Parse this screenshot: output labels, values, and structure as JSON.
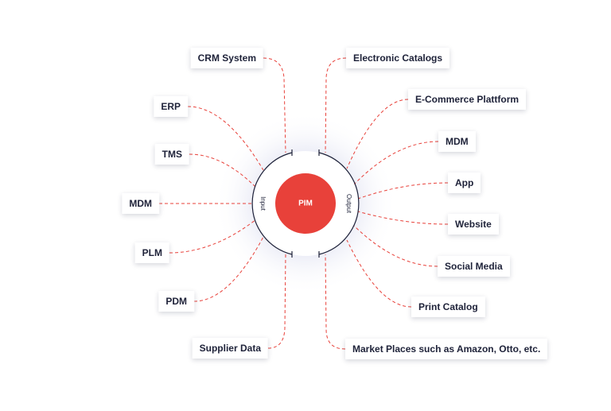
{
  "center": {
    "label": "PIM",
    "input_label": "Input",
    "output_label": "Output",
    "core_color": "#e8413a",
    "line_color": "#e8413a",
    "text_color": "#1e2239"
  },
  "inputs": [
    {
      "id": "crm-system",
      "label": "CRM System"
    },
    {
      "id": "erp",
      "label": "ERP"
    },
    {
      "id": "tms",
      "label": "TMS"
    },
    {
      "id": "mdm",
      "label": "MDM"
    },
    {
      "id": "plm",
      "label": "PLM"
    },
    {
      "id": "pdm",
      "label": "PDM"
    },
    {
      "id": "supplier-data",
      "label": "Supplier Data"
    }
  ],
  "outputs": [
    {
      "id": "electronic-catalogs",
      "label": "Electronic Catalogs"
    },
    {
      "id": "e-commerce-plattform",
      "label": "E-Commerce Plattform"
    },
    {
      "id": "mdm",
      "label": "MDM"
    },
    {
      "id": "app",
      "label": "App"
    },
    {
      "id": "website",
      "label": "Website"
    },
    {
      "id": "social-media",
      "label": "Social Media"
    },
    {
      "id": "print-catalog",
      "label": "Print Catalog"
    },
    {
      "id": "market-places",
      "label": "Market Places such as Amazon, Otto, etc."
    }
  ]
}
